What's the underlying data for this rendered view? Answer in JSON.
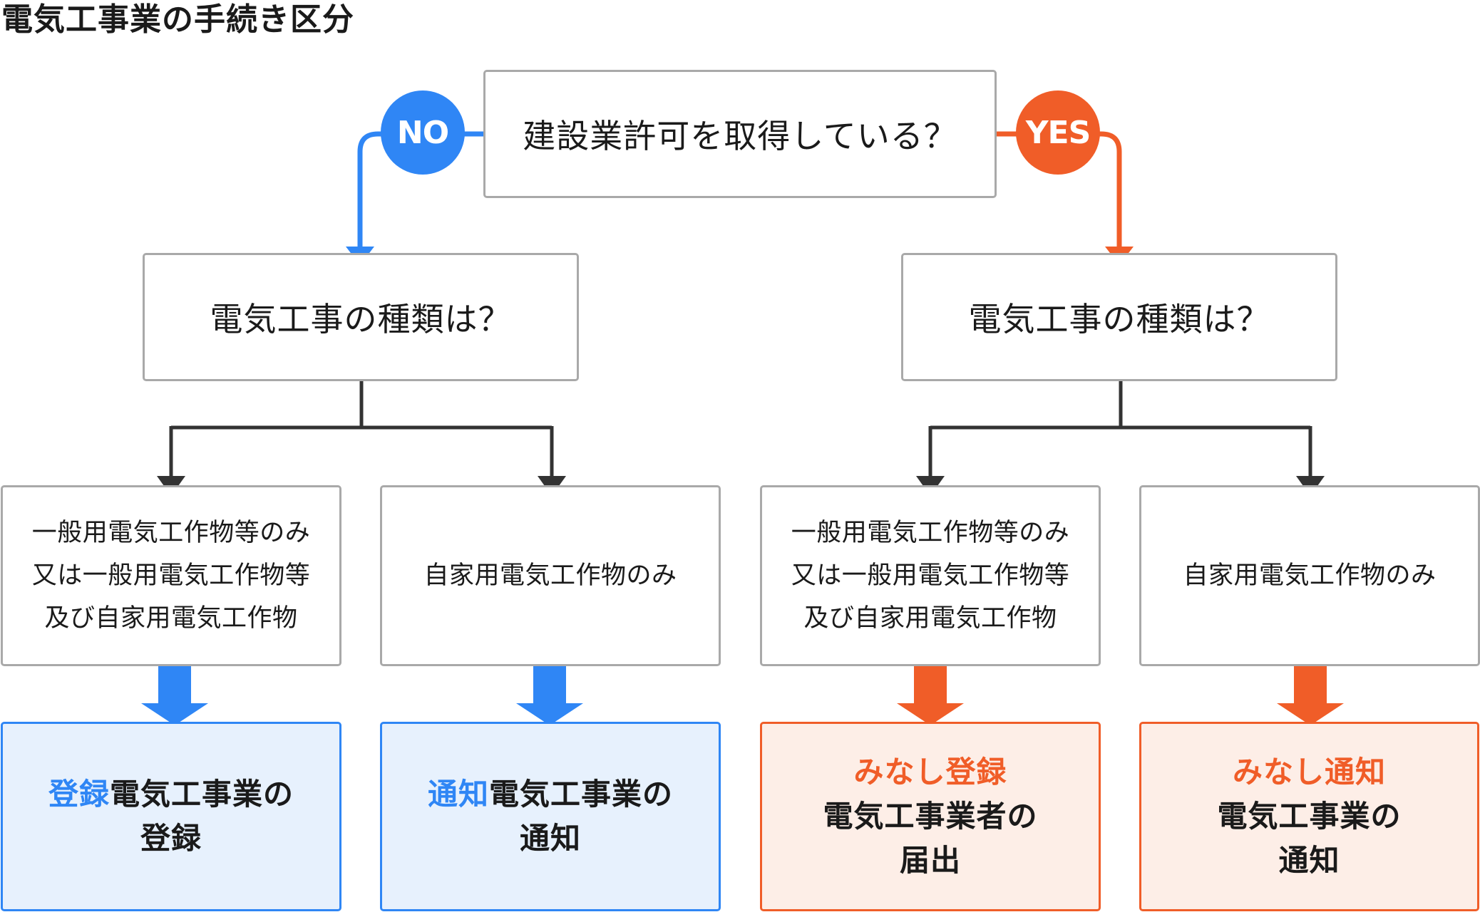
{
  "title": "電気工事業の手続き区分",
  "colors": {
    "no": "#2f86f5",
    "yes": "#f05d28",
    "line": "#333333",
    "border": "#a9a9a9"
  },
  "root_question": "建設業許可を取得している？",
  "badges": {
    "no": "NO",
    "yes": "YES"
  },
  "branches": {
    "no": {
      "question": "電気工事の種類は？",
      "options": [
        {
          "lines": [
            "一般用電気工作物等のみ",
            "又は一般用電気工作物等",
            "及び自家用電気工作物"
          ],
          "result": {
            "highlight": "登録",
            "line1_rest": "電気工事業の",
            "line2": "登録"
          }
        },
        {
          "lines": [
            "自家用電気工作物のみ"
          ],
          "result": {
            "highlight": "通知",
            "line1_rest": "電気工事業の",
            "line2": "通知"
          }
        }
      ]
    },
    "yes": {
      "question": "電気工事の種類は？",
      "options": [
        {
          "lines": [
            "一般用電気工作物等のみ",
            "又は一般用電気工作物等",
            "及び自家用電気工作物"
          ],
          "result": {
            "highlight": "みなし登録",
            "line2": "電気工事業者の",
            "line3": "届出"
          }
        },
        {
          "lines": [
            "自家用電気工作物のみ"
          ],
          "result": {
            "highlight": "みなし通知",
            "line2": "電気工事業の",
            "line3": "通知"
          }
        }
      ]
    }
  }
}
